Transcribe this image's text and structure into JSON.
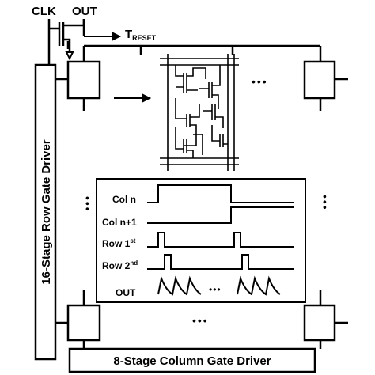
{
  "signals": {
    "clk": "CLK",
    "out": "OUT",
    "treset_main": "T",
    "treset_sub": "RESET"
  },
  "drivers": {
    "row": "16-Stage Row Gate Driver",
    "column": "8-Stage Column Gate Driver"
  },
  "ellipsis": {
    "top": "•••",
    "bottom": "•••",
    "inset": "•••",
    "left": "•••",
    "right": "•••"
  },
  "timing": {
    "col_n": "Col n",
    "col_n1": "Col n+1",
    "row1_main": "Row 1",
    "row1_sup": "st",
    "row2_main": "Row 2",
    "row2_sup": "nd",
    "out": "OUT"
  },
  "colors": {
    "line": "#000000",
    "background": "#ffffff"
  }
}
